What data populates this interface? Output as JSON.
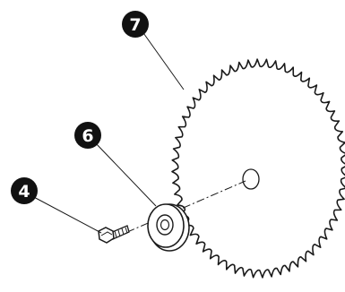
{
  "diagram": {
    "callouts": [
      {
        "label": "7"
      },
      {
        "label": "6"
      },
      {
        "label": "4"
      }
    ],
    "colors": {
      "line": "#1a1a1a",
      "callout_fill": "#111111",
      "callout_text": "#ffffff",
      "background": "#ffffff"
    }
  }
}
